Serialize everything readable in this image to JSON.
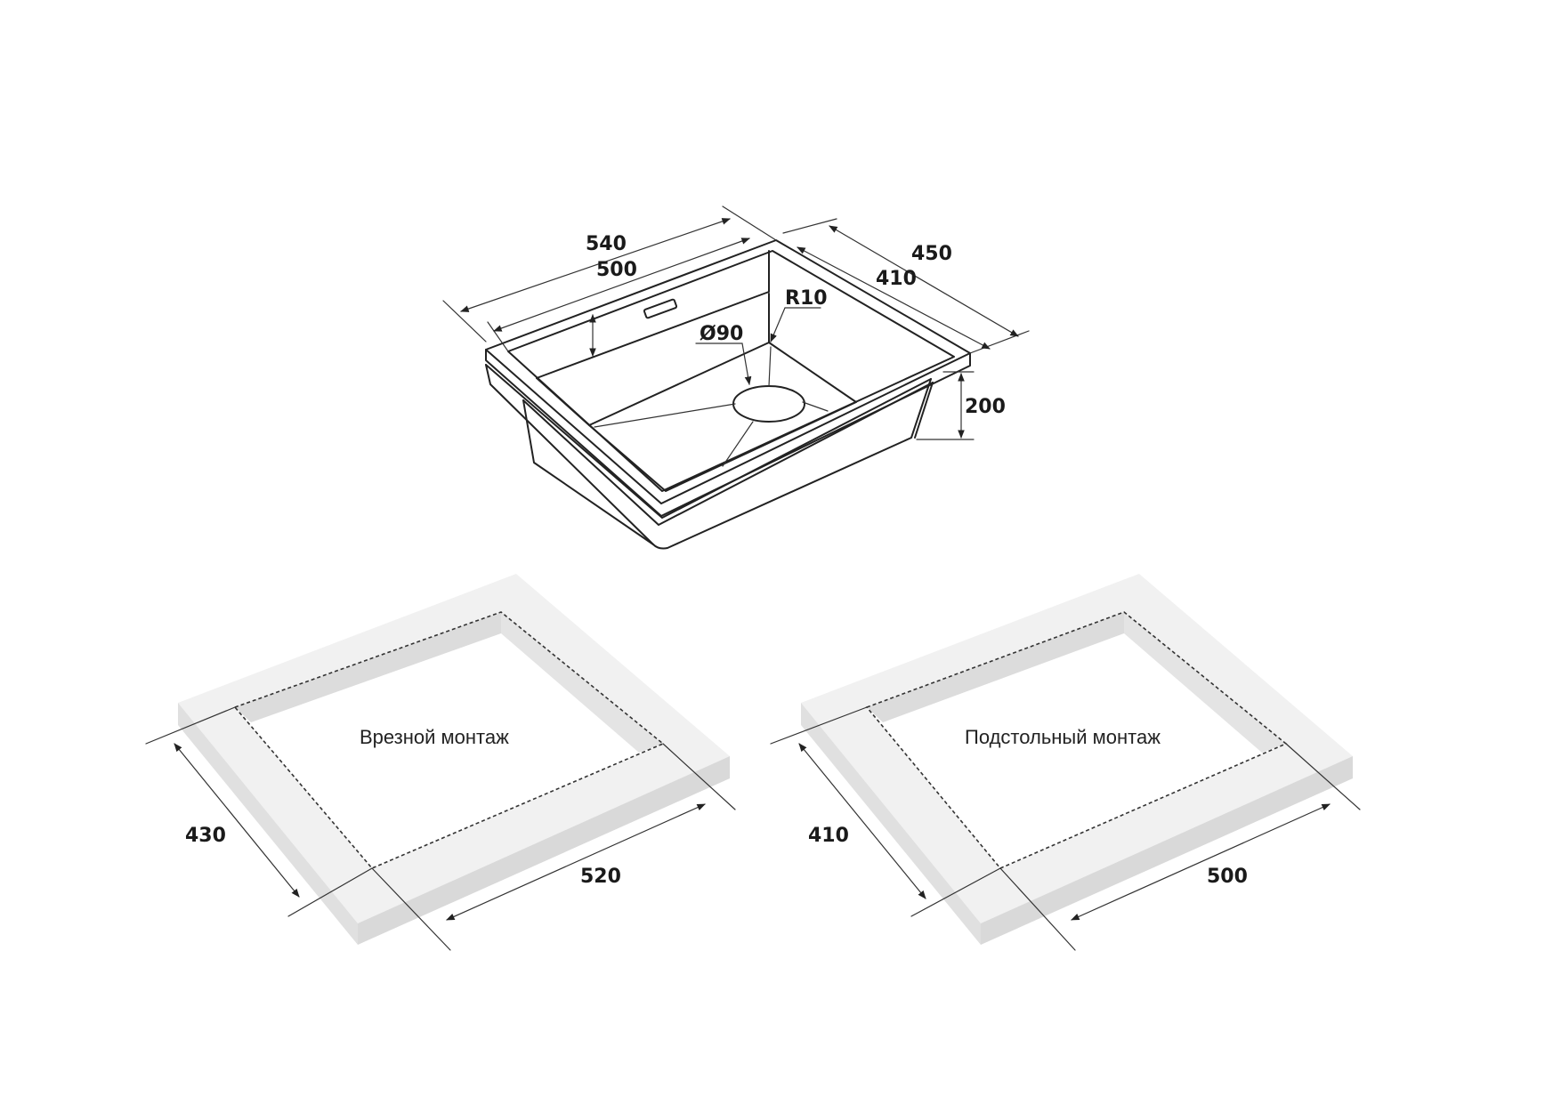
{
  "sink": {
    "dim_outer_length": "540",
    "dim_inner_length": "500",
    "dim_outer_width": "450",
    "dim_inner_width": "410",
    "dim_radius": "R10",
    "dim_drain": "Ø90",
    "dim_depth": "200"
  },
  "flush_mount": {
    "label": "Врезной монтаж",
    "dim_width": "430",
    "dim_length": "520"
  },
  "undermount": {
    "label": "Подстольный монтаж",
    "dim_width": "410",
    "dim_length": "500"
  },
  "colors": {
    "line": "#222222",
    "slab_top": "#f1f1f1",
    "slab_side": "#dcdcdc"
  }
}
